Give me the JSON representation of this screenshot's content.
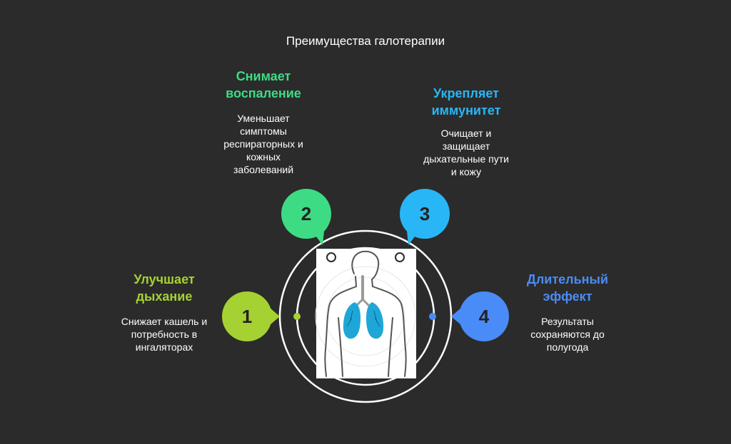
{
  "title": "Преимущества галотерапии",
  "benefits": [
    {
      "number": "1",
      "title_lines": [
        "Улучшает",
        "дыхание"
      ],
      "desc_lines": [
        "Снижает кашель и",
        "потребность в",
        "ингаляторах"
      ],
      "color": "#a6d132"
    },
    {
      "number": "2",
      "title_lines": [
        "Снимает",
        "воспаление"
      ],
      "desc_lines": [
        "Уменьшает",
        "симптомы",
        "респираторных и",
        "кожных",
        "заболеваний"
      ],
      "color": "#3ddc84"
    },
    {
      "number": "3",
      "title_lines": [
        "Укрепляет",
        "иммунитет"
      ],
      "desc_lines": [
        "Очищает и",
        "защищает",
        "дыхательные пути",
        "и кожу"
      ],
      "color": "#29b6f6"
    },
    {
      "number": "4",
      "title_lines": [
        "Длительный",
        "эффект"
      ],
      "desc_lines": [
        "Результаты",
        "сохраняются до",
        "полугода"
      ],
      "color": "#4a8cf7"
    }
  ],
  "colors": {
    "background": "#2b2b2b",
    "rings": "#ffffff",
    "card": "#ffffff",
    "lungs": "#1ea7d6"
  },
  "icons": {
    "center": "lungs-torso-icon"
  }
}
